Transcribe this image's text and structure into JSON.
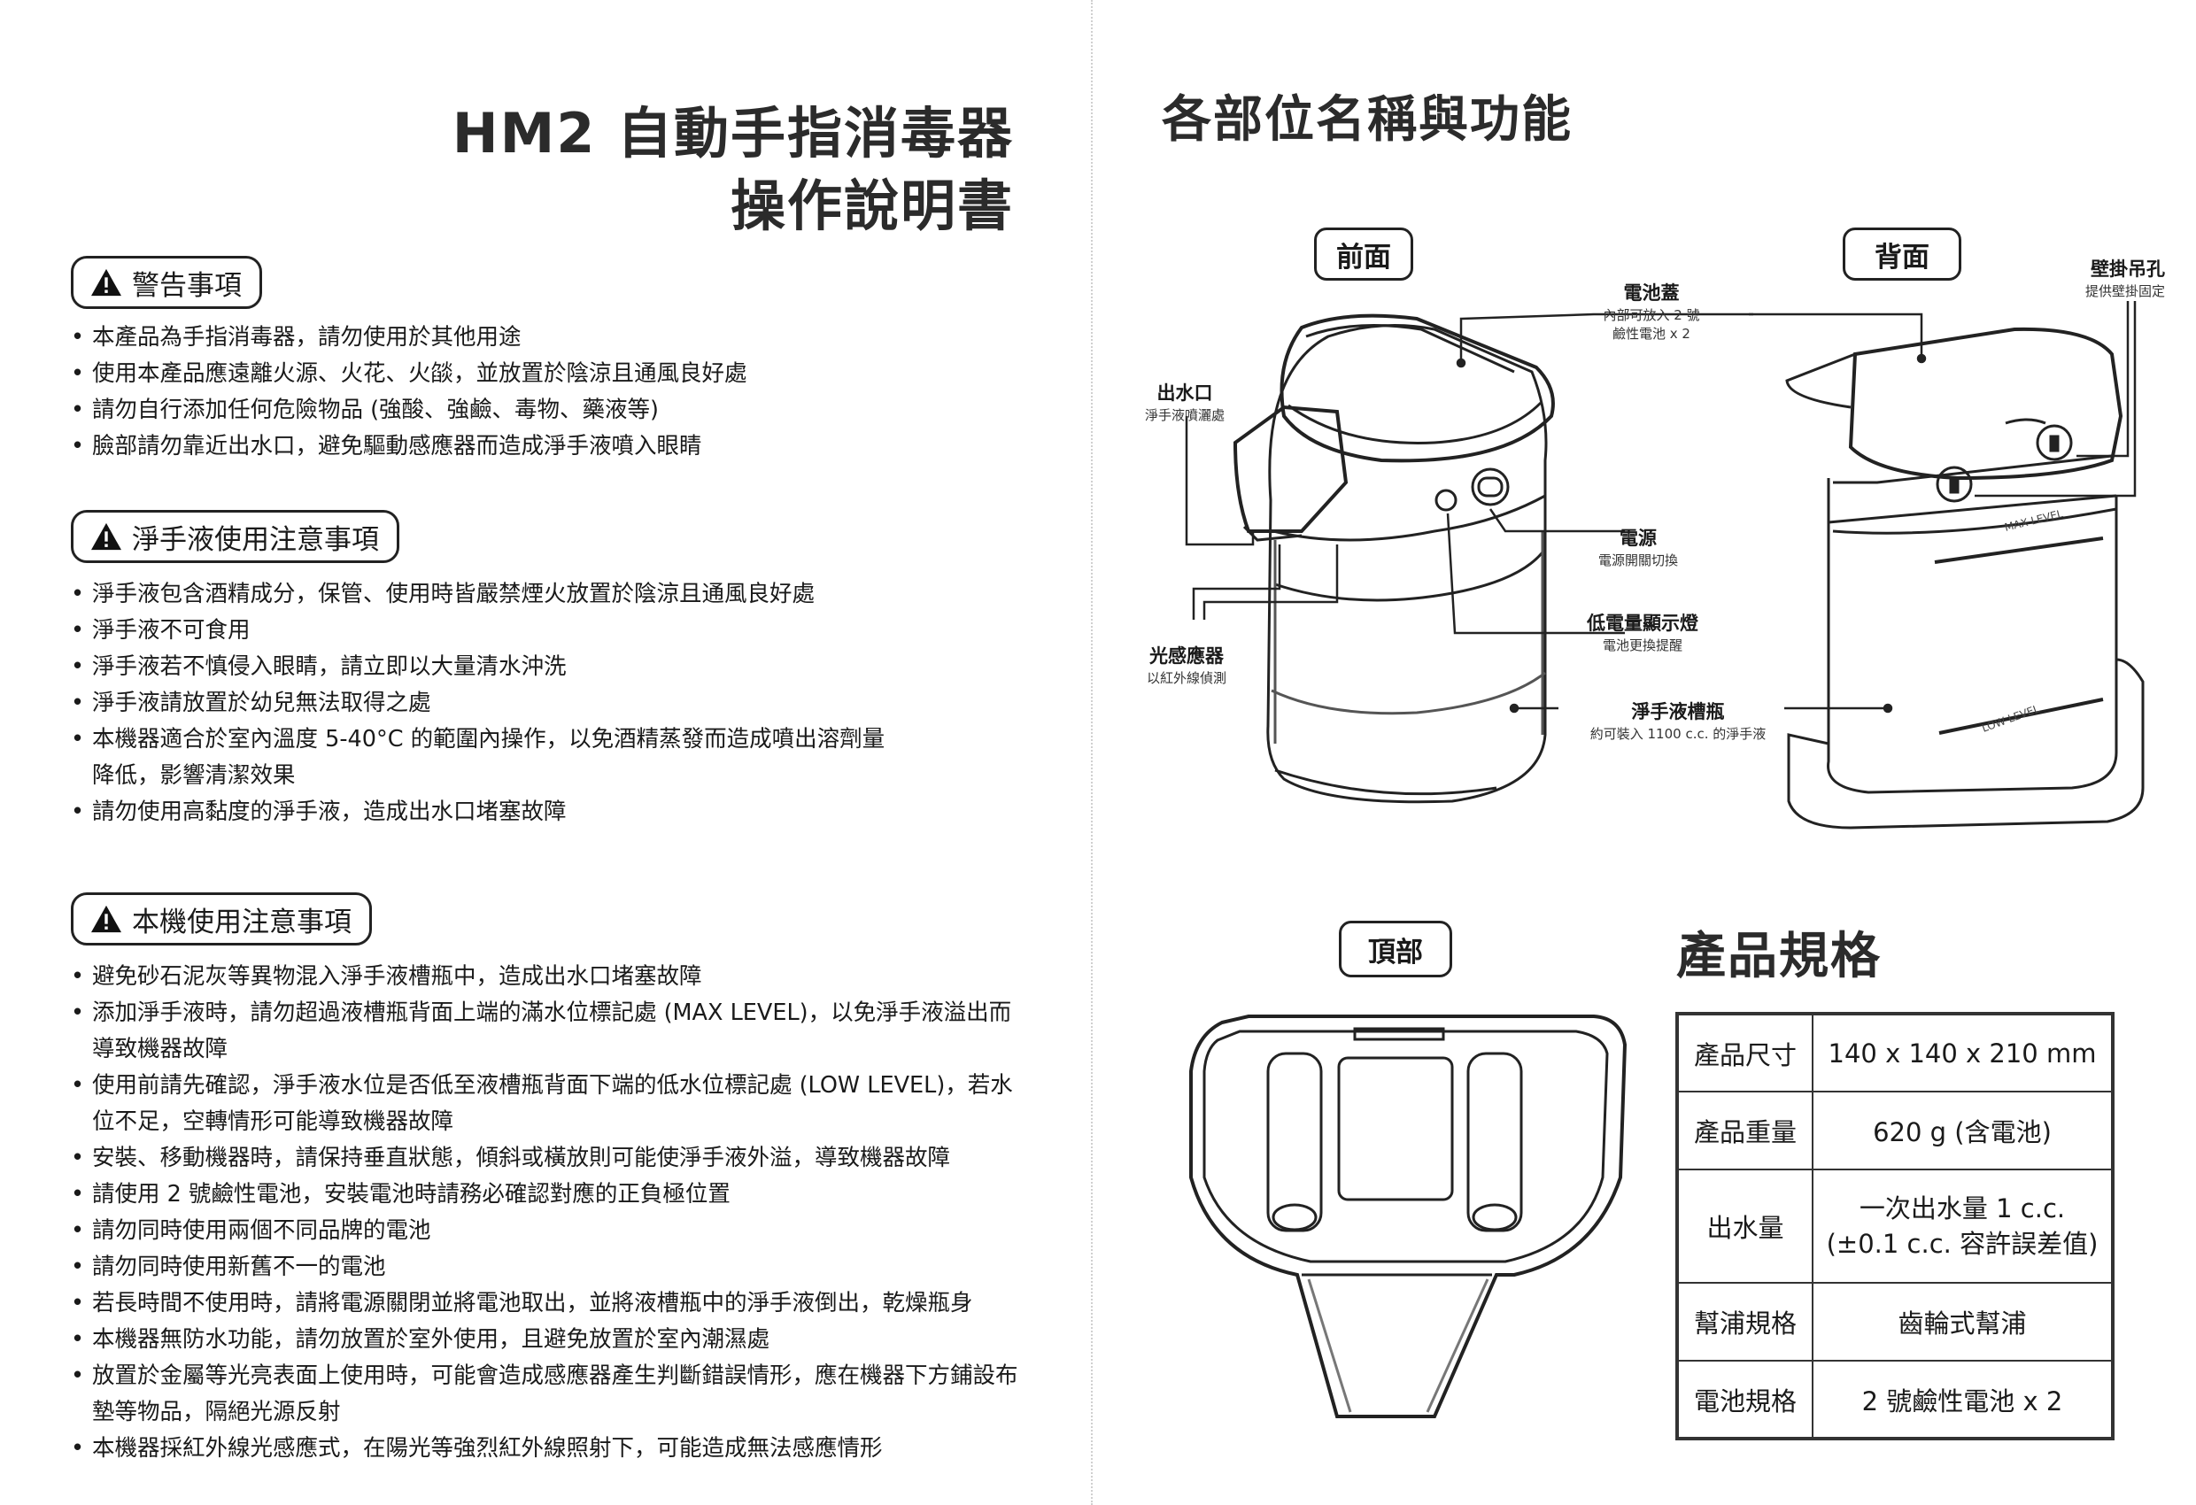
{
  "title": {
    "line1": "HM2 自動手指消毒器",
    "line2": "操作說明書"
  },
  "warnings": {
    "heading": "警告事項",
    "items": [
      "本產品為手指消毒器，請勿使用於其他用途",
      "使用本產品應遠離火源、火花、火燄，並放置於陰涼且通風良好處",
      "請勿自行添加任何危險物品 (強酸、強鹼、毒物、藥液等)",
      "臉部請勿靠近出水口，避免驅動感應器而造成淨手液噴入眼睛"
    ]
  },
  "sanitizer": {
    "heading": "淨手液使用注意事項",
    "items": [
      "淨手液包含酒精成分，保管、使用時皆嚴禁煙火放置於陰涼且通風良好處",
      "淨手液不可食用",
      "淨手液若不慎侵入眼睛，請立即以大量清水沖洗",
      "淨手液請放置於幼兒無法取得之處",
      "本機器適合於室內溫度 5-40°C 的範圍內操作，以免酒精蒸發而造成噴出溶劑量降低，影響清潔效果",
      "請勿使用高黏度的淨手液，造成出水口堵塞故障"
    ]
  },
  "machine": {
    "heading": "本機使用注意事項",
    "items": [
      "避免砂石泥灰等異物混入淨手液槽瓶中，造成出水口堵塞故障",
      "添加淨手液時，請勿超過液槽瓶背面上端的滿水位標記處 (MAX LEVEL)，以免淨手液溢出而導致機器故障",
      "使用前請先確認，淨手液水位是否低至液槽瓶背面下端的低水位標記處 (LOW LEVEL)，若水位不足，空轉情形可能導致機器故障",
      "安裝、移動機器時，請保持垂直狀態，傾斜或橫放則可能使淨手液外溢，導致機器故障",
      "請使用 2 號鹼性電池，安裝電池時請務必確認對應的正負極位置",
      "請勿同時使用兩個不同品牌的電池",
      "請勿同時使用新舊不一的電池",
      "若長時間不使用時，請將電源關閉並將電池取出，並將液槽瓶中的淨手液倒出，乾燥瓶身",
      "本機器無防水功能，請勿放置於室外使用，且避免放置於室內潮濕處",
      "放置於金屬等光亮表面上使用時，可能會造成感應器產生判斷錯誤情形，應在機器下方鋪設布墊等物品，隔絕光源反射",
      "本機器採紅外線光感應式，在陽光等強烈紅外線照射下，可能造成無法感應情形"
    ]
  },
  "parts": {
    "heading": "各部位名稱與功能",
    "front": "前面",
    "back": "背面",
    "top": "頂部",
    "labels": {
      "battery_cover": {
        "name": "電池蓋",
        "desc1": "內部可放入 2 號",
        "desc2": "鹼性電池 x 2"
      },
      "outlet": {
        "name": "出水口",
        "desc": "淨手液噴灑處"
      },
      "power": {
        "name": "電源",
        "desc": "電源開關切換"
      },
      "low_battery": {
        "name": "低電量顯示燈",
        "desc": "電池更換提醒"
      },
      "sensor": {
        "name": "光感應器",
        "desc": "以紅外線偵測"
      },
      "tank": {
        "name": "淨手液槽瓶",
        "desc": "約可裝入 1100 c.c. 的淨手液"
      },
      "wall_hook": {
        "name": "壁掛吊孔",
        "desc": "提供壁掛固定"
      },
      "max_level": "MAX LEVEL",
      "low_level": "LOW LEVEL"
    }
  },
  "specs": {
    "heading": "產品規格",
    "rows": [
      {
        "key": "產品尺寸",
        "value": "140 x 140 x 210 mm"
      },
      {
        "key": "產品重量",
        "value": "620 g (含電池)"
      },
      {
        "key": "出水量",
        "value": "一次出水量 1 c.c.",
        "value2": "(±0.1 c.c. 容許誤差值)"
      },
      {
        "key": "幫浦規格",
        "value": "齒輪式幫浦"
      },
      {
        "key": "電池規格",
        "value": "2 號鹼性電池 x 2"
      }
    ]
  }
}
